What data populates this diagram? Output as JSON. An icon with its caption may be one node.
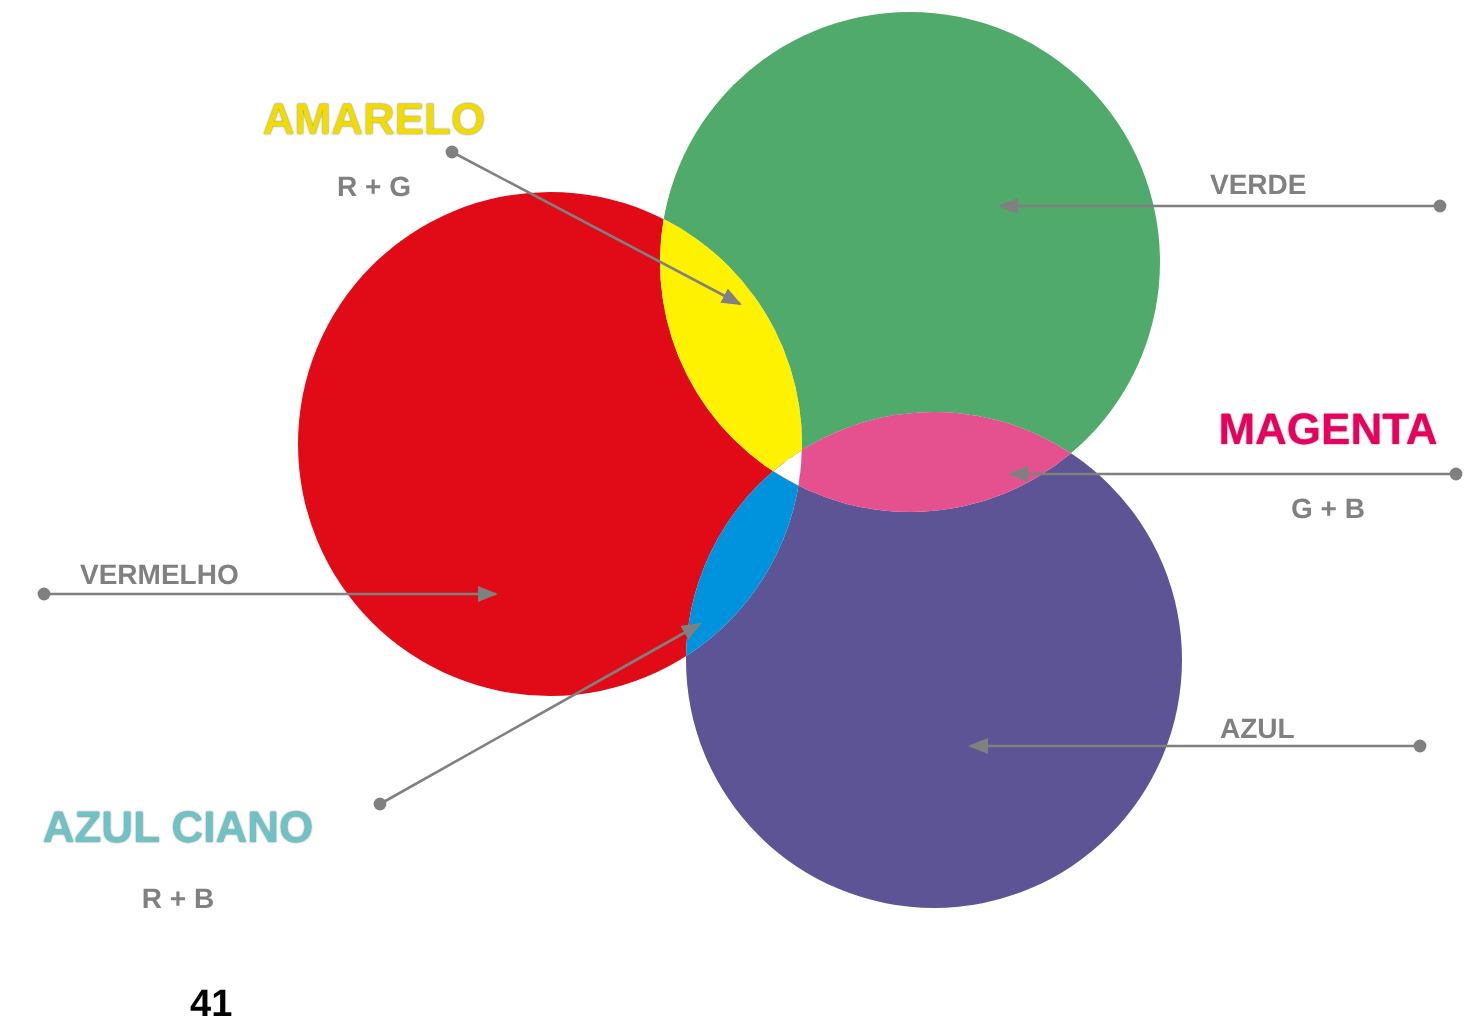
{
  "diagram": {
    "nodes": [
      {
        "text": [
          "AMARELO",
          "R + G"
        ]
      },
      {
        "text": [
          "VERDE"
        ]
      },
      {
        "text": [
          "MAGENTA",
          "G + B"
        ]
      },
      {
        "text": [
          "VERMELHO"
        ]
      },
      {
        "text": [
          "AZUL CIANO",
          "R + B"
        ]
      },
      {
        "text": [
          "AZUL"
        ]
      },
      {
        "text": [],
        "shape": "circle"
      },
      {
        "text": [],
        "shape": "circle"
      },
      {
        "text": [],
        "shape": "circle"
      },
      {
        "text": [],
        "shape": "lens"
      },
      {
        "text": [],
        "shape": "lens"
      },
      {
        "text": [],
        "shape": "lens"
      }
    ],
    "edges": [
      {
        "from": 0,
        "to": 9,
        "arrow": "to"
      },
      {
        "from": 1,
        "to": 7,
        "arrow": "to"
      },
      {
        "from": 2,
        "to": 11,
        "arrow": "to"
      },
      {
        "from": 3,
        "to": 6,
        "arrow": "to"
      },
      {
        "from": 4,
        "to": 10,
        "arrow": "to"
      },
      {
        "from": 5,
        "to": 8,
        "arrow": "to"
      }
    ],
    "labels": [
      "41"
    ]
  }
}
